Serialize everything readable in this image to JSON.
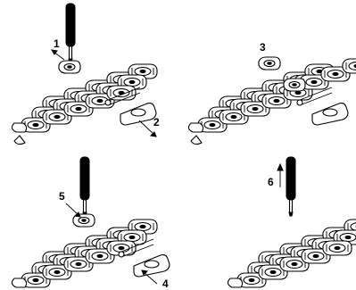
{
  "panels": [
    {
      "id": "panel-1",
      "steps": [
        {
          "number": "1",
          "arrow": "up-left"
        },
        {
          "number": "2",
          "arrow": "down-right"
        }
      ]
    },
    {
      "id": "panel-2",
      "steps": [
        {
          "number": "3",
          "arrow": "none"
        }
      ]
    },
    {
      "id": "panel-3",
      "steps": [
        {
          "number": "5",
          "arrow": "down-right"
        },
        {
          "number": "4",
          "arrow": "up-left"
        }
      ]
    },
    {
      "id": "panel-4",
      "steps": [
        {
          "number": "6",
          "arrow": "up"
        }
      ]
    }
  ],
  "icons": [
    "screwdriver-icon",
    "watch-bracelet-icon",
    "link-pin-icon",
    "arrow-icon"
  ],
  "colors": {
    "ink": "#000000",
    "paper": "#ffffff"
  }
}
